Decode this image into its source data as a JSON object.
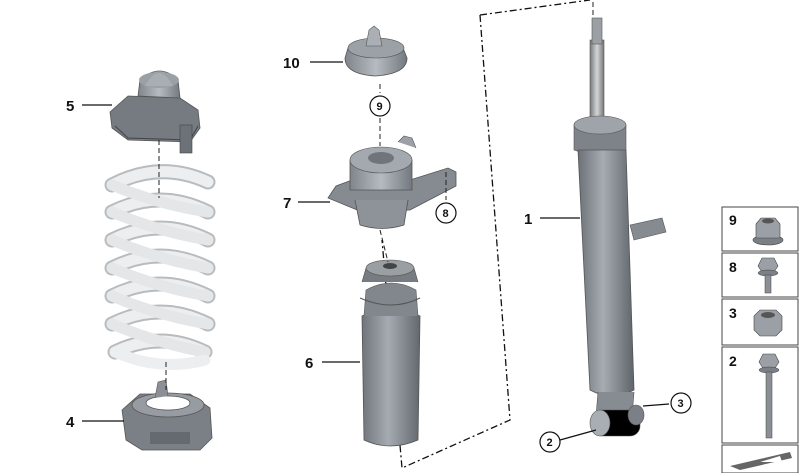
{
  "callouts": [
    {
      "id": "callout-10",
      "label": "10"
    },
    {
      "id": "callout-5",
      "label": "5"
    },
    {
      "id": "callout-7",
      "label": "7"
    },
    {
      "id": "callout-6",
      "label": "6"
    },
    {
      "id": "callout-4",
      "label": "4"
    },
    {
      "id": "callout-1",
      "label": "1"
    }
  ],
  "circled": [
    {
      "id": "circled-9",
      "label": "9"
    },
    {
      "id": "circled-8",
      "label": "8"
    },
    {
      "id": "circled-3",
      "label": "3"
    },
    {
      "id": "circled-2",
      "label": "2"
    }
  ],
  "legend": [
    {
      "label": "9",
      "icon": "flange-nut-icon"
    },
    {
      "label": "8",
      "icon": "flange-bolt-icon"
    },
    {
      "label": "3",
      "icon": "hex-nut-icon"
    },
    {
      "label": "2",
      "icon": "long-bolt-icon"
    }
  ],
  "colors": {
    "part_gray": "#8d949a",
    "part_dark": "#5c6268",
    "part_light": "#b9bfc4",
    "spring": "#eceeef",
    "spring_edge": "#b8bcbf"
  }
}
